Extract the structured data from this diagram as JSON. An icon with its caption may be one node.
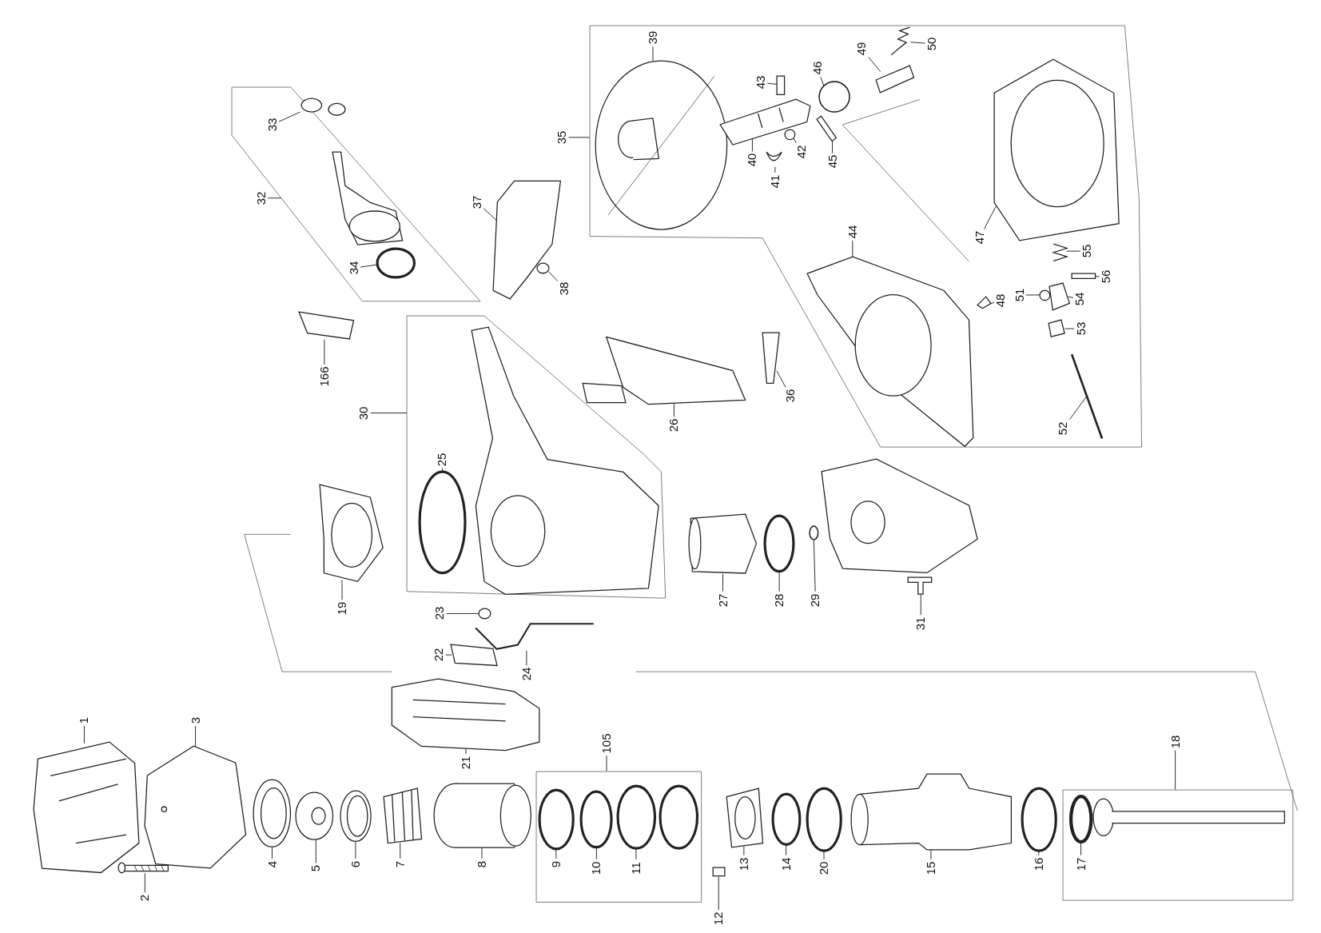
{
  "diagram": {
    "nodes": [
      {
        "text": [],
        "shape": "box"
      },
      {
        "text": [],
        "shape": "box"
      },
      {
        "text": [],
        "shape": "box"
      },
      {
        "text": [],
        "shape": "box"
      },
      {
        "text": [],
        "shape": "box"
      },
      {
        "text": [
          "39"
        ],
        "in": 0
      },
      {
        "text": [
          "50"
        ],
        "in": 0
      },
      {
        "text": [
          "49"
        ],
        "in": 0
      },
      {
        "text": [
          "46"
        ],
        "in": 0
      },
      {
        "text": [
          "43"
        ],
        "in": 0
      },
      {
        "text": [
          "33"
        ],
        "in": 1
      },
      {
        "text": [
          "35"
        ]
      },
      {
        "text": [
          "40"
        ],
        "in": 0
      },
      {
        "text": [
          "42"
        ],
        "in": 0
      },
      {
        "text": [
          "45"
        ],
        "in": 0
      },
      {
        "text": [
          "41"
        ],
        "in": 0
      },
      {
        "text": [
          "32"
        ]
      },
      {
        "text": [
          "37"
        ]
      },
      {
        "text": [
          "47"
        ],
        "in": 0
      },
      {
        "text": [
          "44"
        ],
        "in": 0
      },
      {
        "text": [
          "55"
        ],
        "in": 0
      },
      {
        "text": [
          "34"
        ],
        "in": 1
      },
      {
        "text": [
          "56"
        ],
        "in": 0
      },
      {
        "text": [
          "38"
        ]
      },
      {
        "text": [
          "51"
        ],
        "in": 0
      },
      {
        "text": [
          "48"
        ],
        "in": 0
      },
      {
        "text": [
          "54"
        ],
        "in": 0
      },
      {
        "text": [
          "53"
        ],
        "in": 0
      },
      {
        "text": [
          "166"
        ]
      },
      {
        "text": [
          "36"
        ]
      },
      {
        "text": [
          "30"
        ]
      },
      {
        "text": [
          "26"
        ]
      },
      {
        "text": [
          "52"
        ],
        "in": 0
      },
      {
        "text": [
          "25"
        ],
        "in": 2
      },
      {
        "text": [
          "27"
        ]
      },
      {
        "text": [
          "28"
        ]
      },
      {
        "text": [
          "29"
        ]
      },
      {
        "text": [
          "19"
        ]
      },
      {
        "text": [
          "23"
        ]
      },
      {
        "text": [
          "31"
        ]
      },
      {
        "text": [
          "22"
        ]
      },
      {
        "text": [
          "24"
        ]
      },
      {
        "text": [
          "1"
        ]
      },
      {
        "text": [
          "3"
        ]
      },
      {
        "text": [
          "105"
        ]
      },
      {
        "text": [
          "18"
        ]
      },
      {
        "text": [
          "21"
        ]
      },
      {
        "text": [
          "4"
        ]
      },
      {
        "text": [
          "5"
        ]
      },
      {
        "text": [
          "6"
        ]
      },
      {
        "text": [
          "7"
        ]
      },
      {
        "text": [
          "8"
        ]
      },
      {
        "text": [
          "9"
        ],
        "in": 3
      },
      {
        "text": [
          "10"
        ],
        "in": 3
      },
      {
        "text": [
          "11"
        ],
        "in": 3
      },
      {
        "text": [
          "13"
        ]
      },
      {
        "text": [
          "14"
        ]
      },
      {
        "text": [
          "20"
        ]
      },
      {
        "text": [
          "15"
        ]
      },
      {
        "text": [
          "16"
        ]
      },
      {
        "text": [
          "17"
        ],
        "in": 4
      },
      {
        "text": [
          "2"
        ]
      },
      {
        "text": [
          "12"
        ]
      },
      {
        "text": [],
        "shape": "picture",
        "in": 0
      },
      {
        "text": [],
        "shape": "picture",
        "in": 0
      },
      {
        "text": [],
        "shape": "picture",
        "in": 0
      },
      {
        "text": [],
        "shape": "circle",
        "in": 0
      },
      {
        "text": [],
        "shape": "box",
        "in": 0
      },
      {
        "text": [],
        "shape": "picture",
        "in": 1
      },
      {
        "text": [],
        "shape": "picture",
        "in": 0
      },
      {
        "text": [],
        "shape": "circle",
        "in": 0
      },
      {
        "text": [],
        "shape": "picture",
        "in": 0
      },
      {
        "text": [],
        "shape": "picture",
        "in": 0
      },
      {
        "text": [],
        "shape": "picture"
      },
      {
        "text": [],
        "shape": "picture",
        "in": 0
      },
      {
        "text": [],
        "shape": "picture",
        "in": 0
      },
      {
        "text": [],
        "shape": "picture",
        "in": 0
      },
      {
        "text": [],
        "shape": "circle",
        "in": 1
      },
      {
        "text": [],
        "shape": "box",
        "in": 0
      },
      {
        "text": [],
        "shape": "circle"
      },
      {
        "text": [],
        "shape": "circle",
        "in": 0
      },
      {
        "text": [],
        "shape": "picture",
        "in": 0
      },
      {
        "text": [],
        "shape": "picture",
        "in": 0
      },
      {
        "text": [],
        "shape": "picture",
        "in": 0
      },
      {
        "text": [],
        "shape": "picture"
      },
      {
        "text": [],
        "shape": "picture"
      },
      {
        "text": [],
        "shape": "picture"
      },
      {
        "text": [],
        "shape": "bar",
        "in": 0
      },
      {
        "text": [],
        "shape": "circle",
        "in": 2
      },
      {
        "text": [],
        "shape": "picture"
      },
      {
        "text": [],
        "shape": "circle"
      },
      {
        "text": [],
        "shape": "circle"
      },
      {
        "text": [],
        "shape": "picture"
      },
      {
        "text": [],
        "shape": "circle"
      },
      {
        "text": [],
        "shape": "picture"
      },
      {
        "text": [],
        "shape": "picture"
      },
      {
        "text": [],
        "shape": "picture"
      },
      {
        "text": [],
        "shape": "picture"
      },
      {
        "text": [],
        "shape": "picture"
      },
      {
        "text": [],
        "shape": "picture"
      },
      {
        "text": [],
        "shape": "picture"
      },
      {
        "text": [],
        "shape": "picture"
      },
      {
        "text": [],
        "shape": "picture"
      },
      {
        "text": [],
        "shape": "picture"
      },
      {
        "text": [],
        "shape": "picture"
      },
      {
        "text": [],
        "shape": "circle",
        "in": 3
      },
      {
        "text": [],
        "shape": "circle",
        "in": 3
      },
      {
        "text": [],
        "shape": "circle",
        "in": 3
      },
      {
        "text": [],
        "shape": "picture"
      },
      {
        "text": [],
        "shape": "circle"
      },
      {
        "text": [],
        "shape": "circle"
      },
      {
        "text": [],
        "shape": "picture"
      },
      {
        "text": [],
        "shape": "circle"
      },
      {
        "text": [],
        "shape": "circle",
        "in": 4
      },
      {
        "text": [],
        "shape": "picture"
      },
      {
        "text": [],
        "shape": "box"
      },
      {
        "text": [],
        "shape": "picture",
        "in": 1
      },
      {
        "text": [],
        "shape": "picture",
        "in": 2
      },
      {
        "text": [],
        "shape": "picture"
      },
      {
        "text": [],
        "shape": "circle",
        "in": 3
      },
      {
        "text": [],
        "shape": "picture",
        "in": 4
      }
    ],
    "edges": [
      {
        "from": 5,
        "to": 63,
        "arrow": "none"
      },
      {
        "from": 6,
        "to": 64,
        "arrow": "none"
      },
      {
        "from": 7,
        "to": 65,
        "arrow": "none"
      },
      {
        "from": 8,
        "to": 66,
        "arrow": "none"
      },
      {
        "from": 9,
        "to": 67,
        "arrow": "none"
      },
      {
        "from": 10,
        "to": 68,
        "arrow": "none"
      },
      {
        "from": 11,
        "to": 0,
        "arrow": "none"
      },
      {
        "from": 12,
        "to": 69,
        "arrow": "none"
      },
      {
        "from": 13,
        "to": 70,
        "arrow": "none"
      },
      {
        "from": 14,
        "to": 71,
        "arrow": "none"
      },
      {
        "from": 15,
        "to": 72,
        "arrow": "none"
      },
      {
        "from": 16,
        "to": 1,
        "arrow": "none"
      },
      {
        "from": 17,
        "to": 73,
        "arrow": "none"
      },
      {
        "from": 18,
        "to": 74,
        "arrow": "none"
      },
      {
        "from": 19,
        "to": 75,
        "arrow": "none"
      },
      {
        "from": 20,
        "to": 76,
        "arrow": "none"
      },
      {
        "from": 21,
        "to": 77,
        "arrow": "none"
      },
      {
        "from": 22,
        "to": 78,
        "arrow": "none"
      },
      {
        "from": 23,
        "to": 79,
        "arrow": "none"
      },
      {
        "from": 24,
        "to": 80,
        "arrow": "none"
      },
      {
        "from": 25,
        "to": 81,
        "arrow": "none"
      },
      {
        "from": 26,
        "to": 82,
        "arrow": "none"
      },
      {
        "from": 27,
        "to": 83,
        "arrow": "none"
      },
      {
        "from": 28,
        "to": 84,
        "arrow": "none"
      },
      {
        "from": 29,
        "to": 85,
        "arrow": "none"
      },
      {
        "from": 30,
        "to": 2,
        "arrow": "none"
      },
      {
        "from": 31,
        "to": 86,
        "arrow": "none"
      },
      {
        "from": 32,
        "to": 87,
        "arrow": "none"
      },
      {
        "from": 33,
        "to": 88,
        "arrow": "none"
      },
      {
        "from": 34,
        "to": 89,
        "arrow": "none"
      },
      {
        "from": 35,
        "to": 90,
        "arrow": "none"
      },
      {
        "from": 36,
        "to": 91,
        "arrow": "none"
      },
      {
        "from": 37,
        "to": 92,
        "arrow": "none"
      },
      {
        "from": 38,
        "to": 93,
        "arrow": "none"
      },
      {
        "from": 39,
        "to": 94,
        "arrow": "none"
      },
      {
        "from": 40,
        "to": 95,
        "arrow": "none"
      },
      {
        "from": 41,
        "to": 96,
        "arrow": "none"
      },
      {
        "from": 42,
        "to": 97,
        "arrow": "none"
      },
      {
        "from": 43,
        "to": 98,
        "arrow": "none"
      },
      {
        "from": 44,
        "to": 3,
        "arrow": "none"
      },
      {
        "from": 45,
        "to": 4,
        "arrow": "none"
      },
      {
        "from": 46,
        "to": 99,
        "arrow": "none"
      },
      {
        "from": 47,
        "to": 100,
        "arrow": "none"
      },
      {
        "from": 48,
        "to": 101,
        "arrow": "none"
      },
      {
        "from": 49,
        "to": 102,
        "arrow": "none"
      },
      {
        "from": 50,
        "to": 103,
        "arrow": "none"
      },
      {
        "from": 51,
        "to": 104,
        "arrow": "none"
      },
      {
        "from": 52,
        "to": 105,
        "arrow": "none"
      },
      {
        "from": 53,
        "to": 106,
        "arrow": "none"
      },
      {
        "from": 54,
        "to": 107,
        "arrow": "none"
      },
      {
        "from": 55,
        "to": 108,
        "arrow": "none"
      },
      {
        "from": 56,
        "to": 109,
        "arrow": "none"
      },
      {
        "from": 57,
        "to": 110,
        "arrow": "none"
      },
      {
        "from": 58,
        "to": 111,
        "arrow": "none"
      },
      {
        "from": 59,
        "to": 112,
        "arrow": "none"
      },
      {
        "from": 60,
        "to": 113,
        "arrow": "none"
      },
      {
        "from": 61,
        "to": 114,
        "arrow": "none"
      },
      {
        "from": 62,
        "to": 115,
        "arrow": "none"
      }
    ]
  }
}
